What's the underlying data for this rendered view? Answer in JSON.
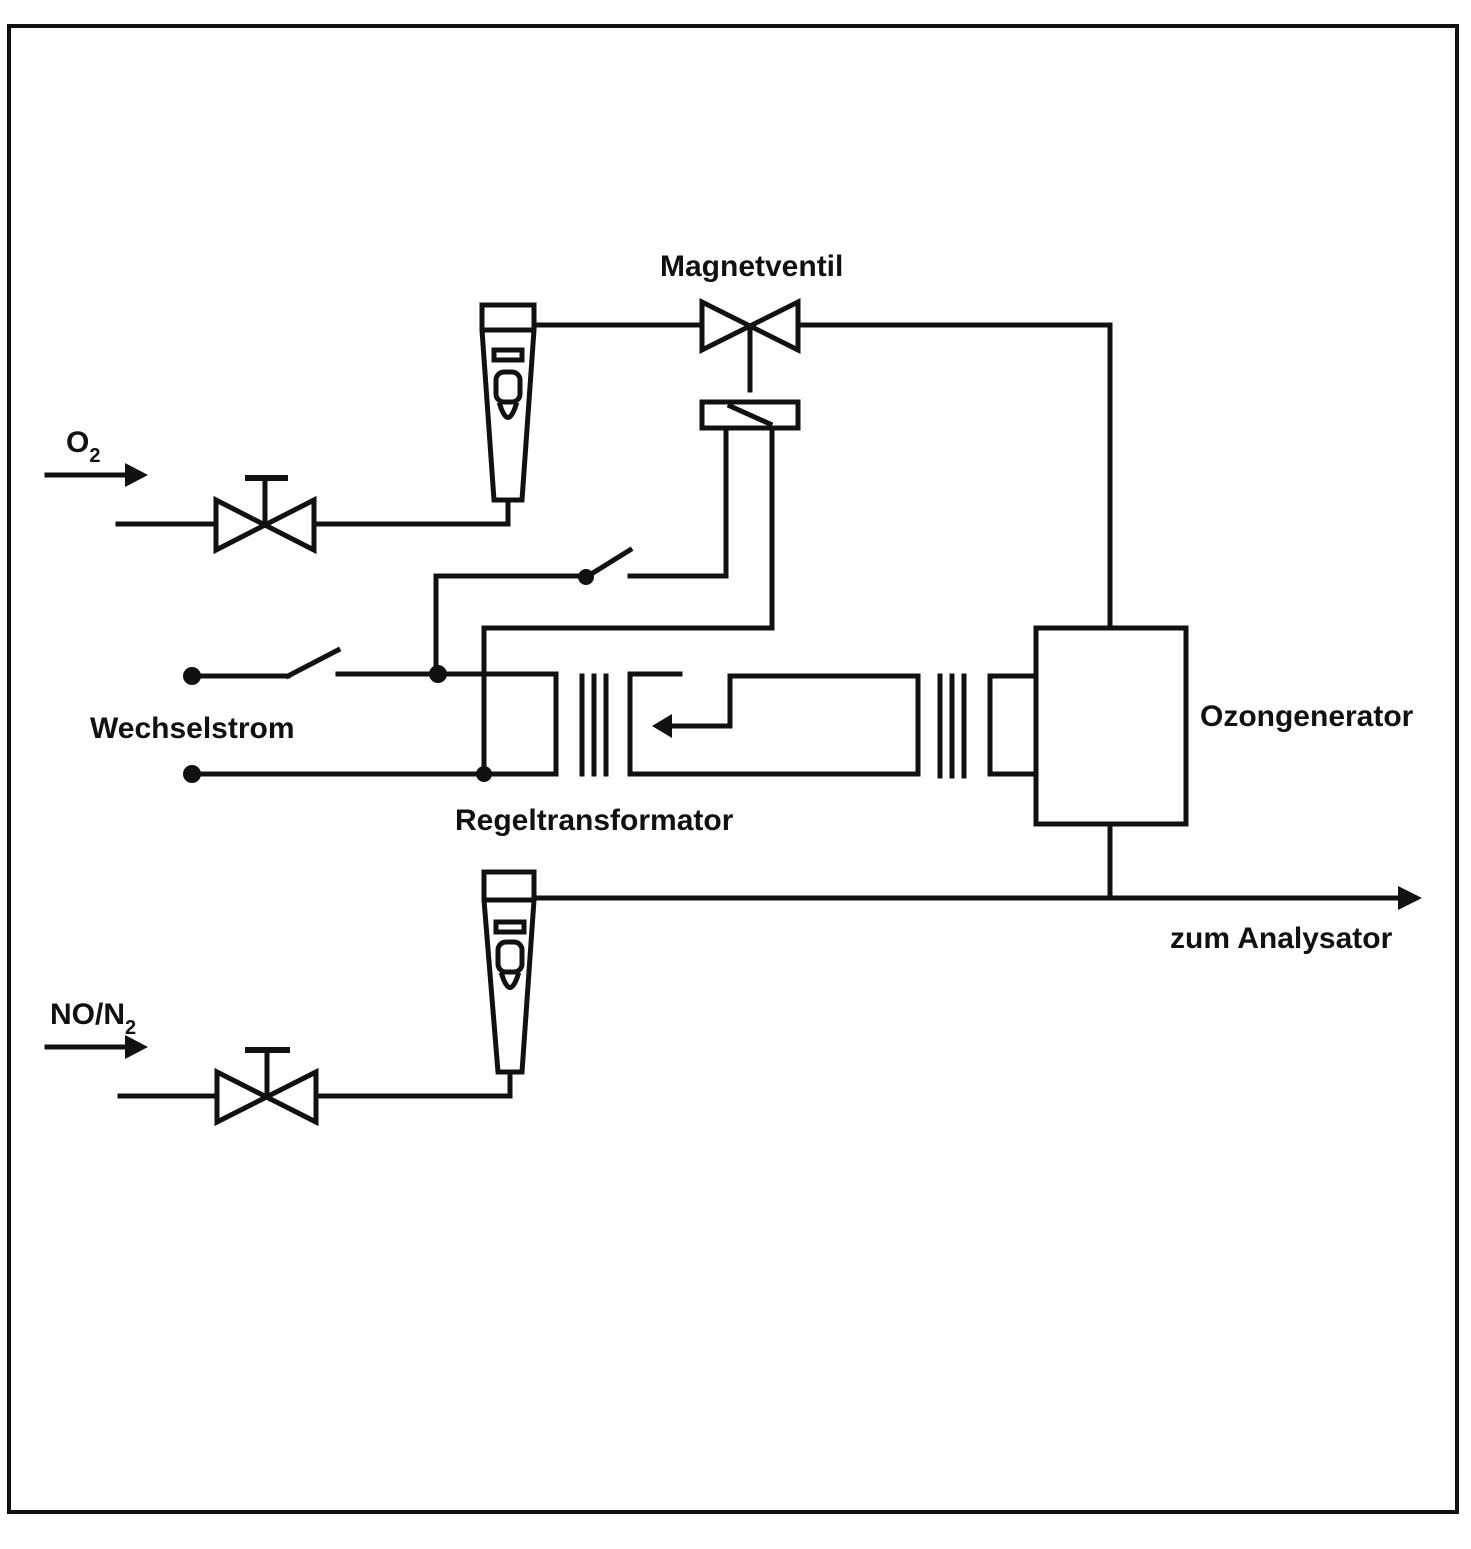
{
  "labels": {
    "o2": "O",
    "o2_sub": "2",
    "no_n2": "NO/N",
    "no_n2_sub": "2",
    "magnetventil": "Magnetventil",
    "wechselstrom": "Wechselstrom",
    "regeltransformator": "Regeltransformator",
    "ozongenerator": "Ozongenerator",
    "zum_analysator": "zum Analysator"
  },
  "colors": {
    "ink": "#111111",
    "paper": "#ffffff"
  }
}
